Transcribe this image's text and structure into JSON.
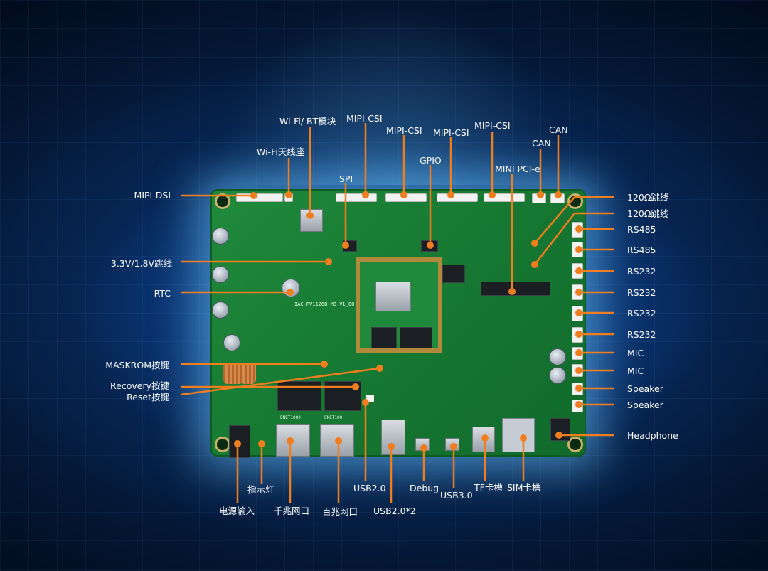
{
  "top_labels": [
    "Wi-Fi/ BT模块",
    "MIPI-CSI",
    "MIPI-CSI",
    "MIPI-CSI",
    "MIPI-CSI",
    "CAN",
    "Wi-Fi天线座",
    "CAN",
    "GPIO",
    "MINI PCI-e",
    "SPI"
  ],
  "left_labels": [
    "MIPI-DSI",
    "3.3V/1.8V跳线",
    "RTC",
    "MASKROM按键",
    "Recovery按键",
    "Reset按键"
  ],
  "right_labels": [
    "120Ω跳线",
    "120Ω跳线",
    "RS485",
    "RS485",
    "RS232",
    "RS232",
    "RS232",
    "RS232",
    "MIC",
    "MIC",
    "Speaker",
    "Speaker",
    "Headphone"
  ],
  "bottom_labels": [
    "指示灯",
    "USB2.0",
    "Debug",
    "USB3.0",
    "TF卡槽",
    "SIM卡槽",
    "电源输入",
    "千兆网口",
    "百兆网口",
    "USB2.0*2"
  ],
  "board_silkscreen": [
    "IAC-RV1126B-MB-V1_00",
    "ENET1000",
    "ENET100"
  ],
  "colors": {
    "accent": "#f07d1e",
    "text": "#ffffff",
    "pcb": "#1b7f37",
    "background": "#041530"
  }
}
